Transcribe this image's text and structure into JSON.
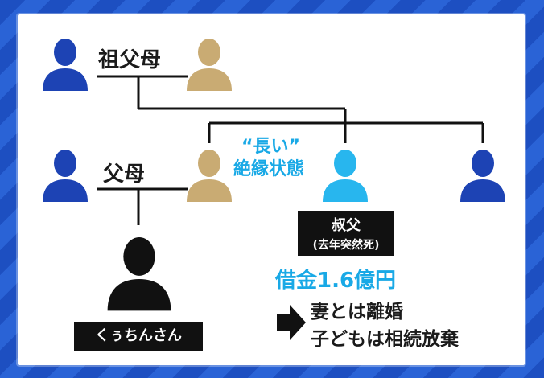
{
  "labels": {
    "grandparents": "祖父母",
    "parents": "父母",
    "estrangement_line1": "“長い”",
    "estrangement_line2": "絶縁状態",
    "uncle": "叔父",
    "uncle_note": "(去年突然死)",
    "debt": "借金1.6億円",
    "outcome_line1": "妻とは離婚",
    "outcome_line2": "子どもは相続放棄",
    "subject": "くぅちんさん"
  },
  "icons": {
    "grandfather": "person-icon",
    "grandmother": "person-icon",
    "father": "person-icon",
    "mother": "person-icon",
    "uncle": "person-icon",
    "sibling": "person-icon",
    "subject": "person-icon",
    "arrow": "right-arrow-icon"
  },
  "colors": {
    "male_blue": "#1d43b4",
    "female_gold": "#c9ab73",
    "uncle_cyan": "#28b6ee",
    "subject_black": "#111111",
    "accent_cyan_text": "#19a9e6",
    "background_blue": "#1f56c8"
  }
}
